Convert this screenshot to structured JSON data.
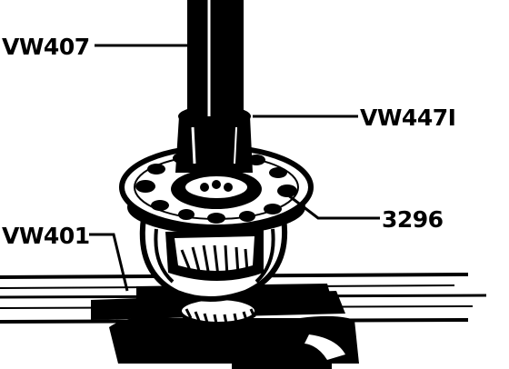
{
  "labels": {
    "vw407": "VW407",
    "vw447i": "VW447I",
    "l3296": "3296",
    "vw401": "VW401"
  },
  "colors": {
    "ink": "#000000",
    "paper": "#ffffff",
    "shade": "#bdbdbd"
  }
}
